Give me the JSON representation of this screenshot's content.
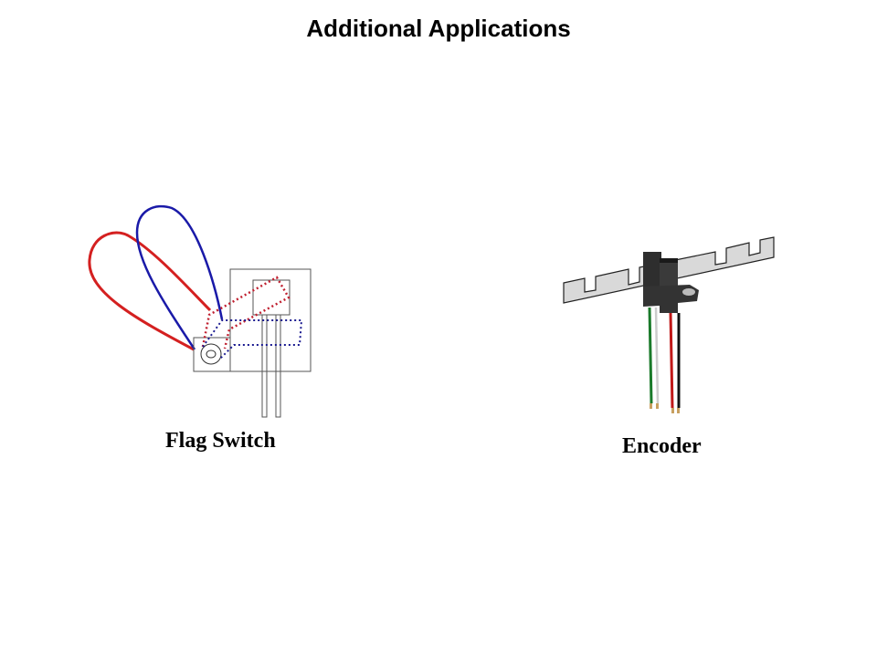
{
  "slide": {
    "title": "Additional Applications",
    "figures": [
      {
        "caption": "Flag Switch"
      },
      {
        "caption": "Encoder"
      }
    ]
  },
  "colors": {
    "red_flag": "#d42020",
    "blue_flag": "#1a1aa8",
    "wheel": "#d9d9d9",
    "sensor": "#3a3a3a"
  }
}
